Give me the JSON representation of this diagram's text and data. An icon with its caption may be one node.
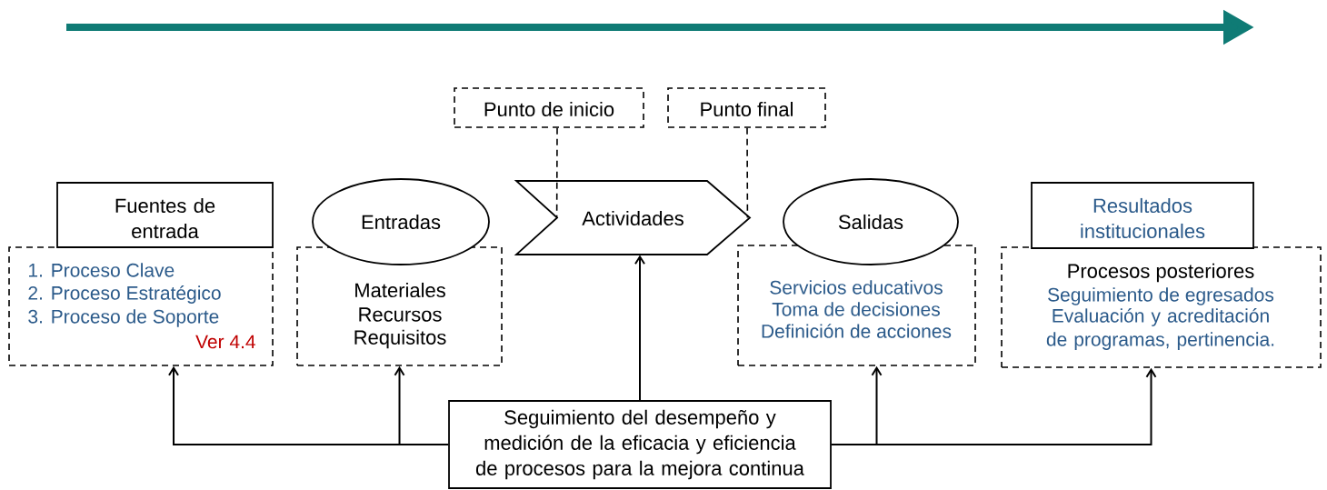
{
  "diagram": {
    "nodes": [
      {
        "text": [
          "Fuentes de entrada"
        ]
      },
      {
        "text": [
          "1. Proceso Clave",
          "2. Proceso Estratégico",
          "3. Proceso de Soporte",
          "Ver 4.4"
        ]
      },
      {
        "text": [
          "Entradas"
        ]
      },
      {
        "text": [
          "Materiales",
          "Recursos",
          "Requisitos"
        ]
      },
      {
        "text": [
          "Punto de inicio"
        ]
      },
      {
        "text": [
          "Punto final"
        ]
      },
      {
        "text": [
          "Actividades"
        ]
      },
      {
        "text": [
          "Salidas"
        ]
      },
      {
        "text": [
          "Servicios educativos",
          "Toma de decisiones",
          "Definición de acciones"
        ]
      },
      {
        "text": [
          "Resultados institucionales"
        ]
      },
      {
        "text": [
          "Procesos posteriores",
          "Seguimiento de egresados",
          "Evaluación y acreditación de programas, pertinencia."
        ]
      },
      {
        "text": [
          "Seguimiento del desempeño y medición de la eficacia y eficiencia de procesos para la mejora continua"
        ]
      }
    ],
    "edges": [
      {
        "from": 4,
        "to": 6,
        "arrow": "none",
        "style": "dashed"
      },
      {
        "from": 5,
        "to": 6,
        "arrow": "none",
        "style": "dashed"
      },
      {
        "from": 11,
        "to": 6,
        "arrow": "to"
      },
      {
        "from": 11,
        "to": 1,
        "arrow": "to"
      },
      {
        "from": 11,
        "to": 3,
        "arrow": "to"
      },
      {
        "from": 11,
        "to": 8,
        "arrow": "to"
      },
      {
        "from": 11,
        "to": 10,
        "arrow": "to"
      }
    ]
  }
}
